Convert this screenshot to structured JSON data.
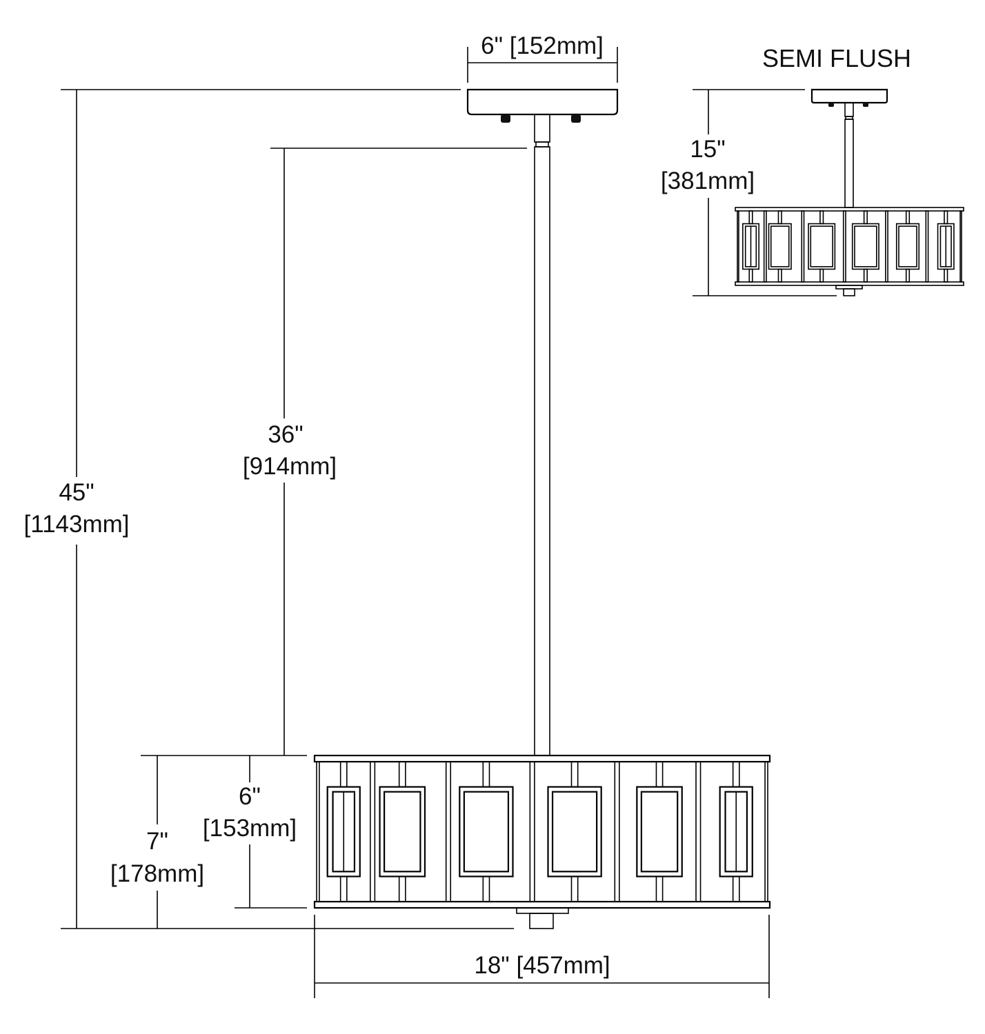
{
  "drawing": {
    "subject": "pendant light fixture dimension drawing",
    "line_color": "#000000",
    "background": "#ffffff"
  },
  "pendant": {
    "canopy_width": {
      "imperial": "6\"",
      "metric": "[152mm]",
      "label": "6\" [152mm]"
    },
    "overall_height": {
      "imperial": "45\"",
      "metric": "[1143mm]"
    },
    "rod_length": {
      "imperial": "36\"",
      "metric": "[914mm]"
    },
    "shade_height": {
      "imperial": "6\"",
      "metric": "[153mm]"
    },
    "body_height": {
      "imperial": "7\"",
      "metric": "[178mm]"
    },
    "width": {
      "imperial": "18\"",
      "metric": "[457mm]",
      "label": "18\" [457mm]"
    },
    "panel_count": 6
  },
  "semi_flush": {
    "title": "SEMI FLUSH",
    "overall_height": {
      "imperial": "15\"",
      "metric": "[381mm]"
    },
    "panel_count": 6
  }
}
